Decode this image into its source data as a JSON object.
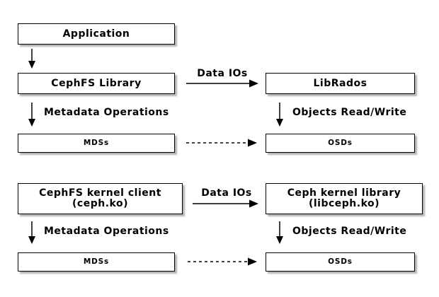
{
  "diagram": {
    "background_color": "#ffffff",
    "line_color": "#000000",
    "box_fill": "#ffffff",
    "nodes": {
      "application": {
        "label": "Application"
      },
      "cephfs_library": {
        "label": "CephFS Library"
      },
      "librados": {
        "label": "LibRados"
      },
      "mdss_top": {
        "label": "MDSs"
      },
      "osds_top": {
        "label": "OSDs"
      },
      "cephfs_kernel_client": {
        "line1": "CephFS kernel client",
        "line2": "(ceph.ko)"
      },
      "ceph_kernel_library": {
        "line1": "Ceph kernel library",
        "line2": "(libceph.ko)"
      },
      "mdss_bottom": {
        "label": "MDSs"
      },
      "osds_bottom": {
        "label": "OSDs"
      }
    },
    "edge_labels": {
      "data_ios_top": "Data IOs",
      "metadata_operations_top": "Metadata Operations",
      "objects_read_write_top": "Objects Read/Write",
      "data_ios_bottom": "Data IOs",
      "metadata_operations_bottom": "Metadata Operations",
      "objects_read_write_bottom": "Objects Read/Write"
    }
  }
}
